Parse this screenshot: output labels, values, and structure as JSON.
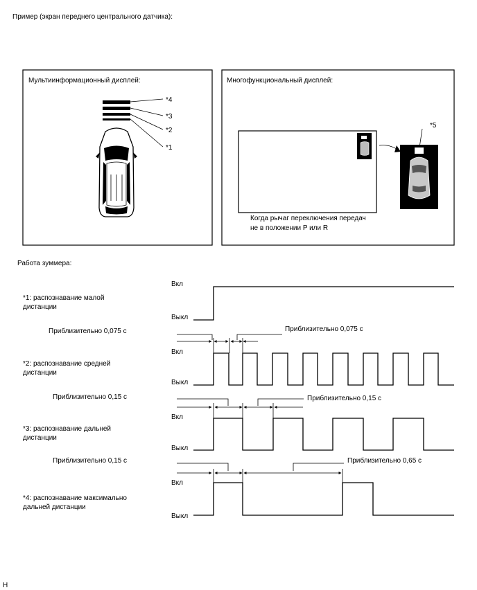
{
  "page_title": "Пример (экран переднего центрального датчика):",
  "left_panel": {
    "title": "Мультиинформационный дисплей:",
    "labels": [
      "*4",
      "*3",
      "*2",
      "*1"
    ]
  },
  "right_panel": {
    "title": "Многофункциональный дисплей:",
    "marker": "*5",
    "caption_line1": "Когда рычаг переключения передач",
    "caption_line2": "не в положении P или R"
  },
  "buzzer": {
    "heading": "Работа зуммера:",
    "on_label": "Вкл",
    "off_label": "Выкл",
    "signals": [
      {
        "label_line1": "*1: распознавание малой",
        "label_line2": "дистанции"
      },
      {
        "label_line1": "*2: распознавание средней",
        "label_line2": "дистанции"
      },
      {
        "label_line1": "*3: распознавание дальней",
        "label_line2": "дистанции"
      },
      {
        "label_line1": "*4: распознавание максимально",
        "label_line2": "дальней дистанции"
      }
    ],
    "timings": [
      {
        "left": "Приблизительно 0,075 с",
        "right": "Приблизительно 0,075 с"
      },
      {
        "left": "Приблизительно 0,15 с",
        "right": "Приблизительно 0,15 с"
      },
      {
        "left": "Приблизительно 0,15 с",
        "right": "Приблизительно 0,65 с"
      }
    ]
  },
  "footer_code": "H"
}
